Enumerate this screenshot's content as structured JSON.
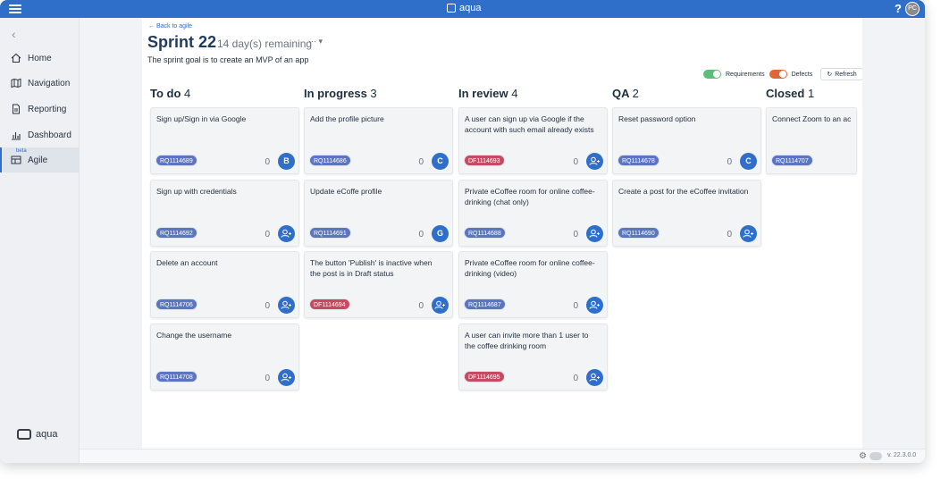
{
  "topbar": {
    "brand": "aqua",
    "help": "?",
    "avatar": "PC"
  },
  "sidebar": {
    "items": [
      {
        "label": "Home",
        "icon": "home-icon"
      },
      {
        "label": "Navigation",
        "icon": "map-icon"
      },
      {
        "label": "Reporting",
        "icon": "report-icon"
      },
      {
        "label": "Dashboard",
        "icon": "chart-icon"
      },
      {
        "label": "Agile",
        "icon": "board-icon",
        "badge": "beta",
        "active": true
      }
    ],
    "footer_brand": "aqua"
  },
  "header": {
    "back_label": "← Back to agile",
    "sprint_title": "Sprint 22",
    "remaining": "14 day(s) remaining",
    "more": "··· ▾",
    "goal": "The sprint goal is to create an MVP of an app"
  },
  "toolbar": {
    "requirements_label": "Requirements",
    "defects_label": "Defects",
    "refresh_label": "Refresh"
  },
  "colors": {
    "accent": "#2f6fc9",
    "requirement_tag": "#5b75c0",
    "defect_tag": "#c74a63",
    "toggle_on": "#5bbf7a",
    "defect_toggle": "#e2643a"
  },
  "columns": [
    {
      "title": "To do",
      "count": "4"
    },
    {
      "title": "In progress",
      "count": "3"
    },
    {
      "title": "In review",
      "count": "4"
    },
    {
      "title": "QA",
      "count": "2"
    },
    {
      "title": "Closed",
      "count": "1"
    }
  ],
  "cards": {
    "c0_0": {
      "title": "Sign up/Sign in via Google",
      "tag": "RQ1114689",
      "count": "0",
      "assignee": "B"
    },
    "c0_1": {
      "title": "Sign up with credentials",
      "tag": "RQ1114692",
      "count": "0",
      "assignee": ""
    },
    "c0_2": {
      "title": "Delete an account",
      "tag": "RQ1114706",
      "count": "0",
      "assignee": ""
    },
    "c0_3": {
      "title": "Change the username",
      "tag": "RQ1114708",
      "count": "0",
      "assignee": ""
    },
    "c1_0": {
      "title": "Add the profile picture",
      "tag": "RQ1114686",
      "count": "0",
      "assignee": "C"
    },
    "c1_1": {
      "title": "Update eCoffe profile",
      "tag": "RQ1114691",
      "count": "0",
      "assignee": "G"
    },
    "c1_2": {
      "title": "The button 'Publish' is inactive when the post is in Draft status",
      "tag": "DF1114694",
      "count": "0",
      "assignee": ""
    },
    "c2_0": {
      "title": "A user can sign up via Google if the account with such email already exists",
      "tag": "DF1114693",
      "count": "0",
      "assignee": ""
    },
    "c2_1": {
      "title": "Private eCoffee room for online coffee-drinking (chat only)",
      "tag": "RQ1114688",
      "count": "0",
      "assignee": ""
    },
    "c2_2": {
      "title": "Private eCoffee room for online coffee-drinking (video)",
      "tag": "RQ1114687",
      "count": "0",
      "assignee": ""
    },
    "c2_3": {
      "title": "A user can invite more than 1 user to the coffee drinking room",
      "tag": "DF1114695",
      "count": "0",
      "assignee": ""
    },
    "c3_0": {
      "title": "Reset password option",
      "tag": "RQ1114678",
      "count": "0",
      "assignee": "C"
    },
    "c3_1": {
      "title": "Create a post for the eCoffee invitation",
      "tag": "RQ1114690",
      "count": "0",
      "assignee": ""
    },
    "c4_0": {
      "title": "Connect Zoom to an ac",
      "tag": "RQ1114707",
      "count": "",
      "assignee": ""
    }
  },
  "status": {
    "version": "v. 22.3.0.0"
  }
}
